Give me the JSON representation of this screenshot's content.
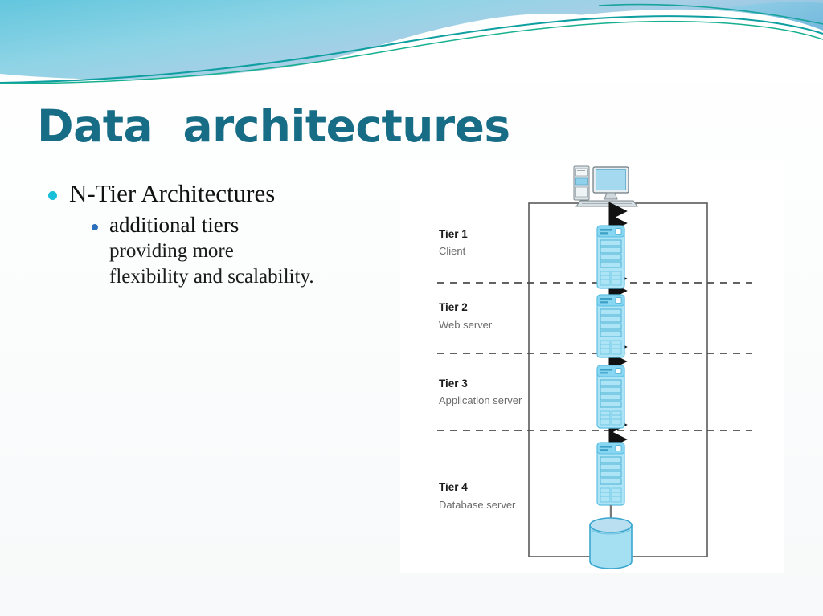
{
  "slide": {
    "title": "Data  architectures",
    "title_color": "#186d86",
    "background_color": "#fafbfc",
    "bullets": [
      {
        "level": 1,
        "text": "N-Tier Architectures",
        "bullet_color": "#17c0d8"
      },
      {
        "level": 2,
        "text": "additional tiers",
        "bullet_color": "#2a6fbb"
      },
      {
        "level": 2,
        "continuation": true,
        "text": "providing more"
      },
      {
        "level": 2,
        "continuation": true,
        "text": "flexibility and scalability."
      }
    ]
  },
  "diagram": {
    "name": "n-tier-architecture-diagram",
    "top_device": {
      "icon": "desktop-computer-icon",
      "label": ""
    },
    "tiers": [
      {
        "number": "Tier 1",
        "role": "Client",
        "icon": "server-tower-icon"
      },
      {
        "number": "Tier 2",
        "role": "Web server",
        "icon": "server-tower-icon"
      },
      {
        "number": "Tier 3",
        "role": "Application server",
        "icon": "server-tower-icon"
      },
      {
        "number": "Tier 4",
        "role": "Database server",
        "icon": "server-tower-icon"
      }
    ],
    "database": {
      "icon": "database-cylinder-icon"
    },
    "colors": {
      "server_fill": "#a9e2f6",
      "server_stroke": "#4fb8dd",
      "database_fill": "#a5dff2",
      "database_stroke": "#3ba7cf",
      "arrow": "#111111",
      "divider": "#555555",
      "box_border": "#5a5a5a",
      "tier_number_text": "#1d1d1d",
      "tier_role_text": "#6b6b6b"
    },
    "dividers": 3,
    "arrow_style": "double-headed-vertical"
  }
}
